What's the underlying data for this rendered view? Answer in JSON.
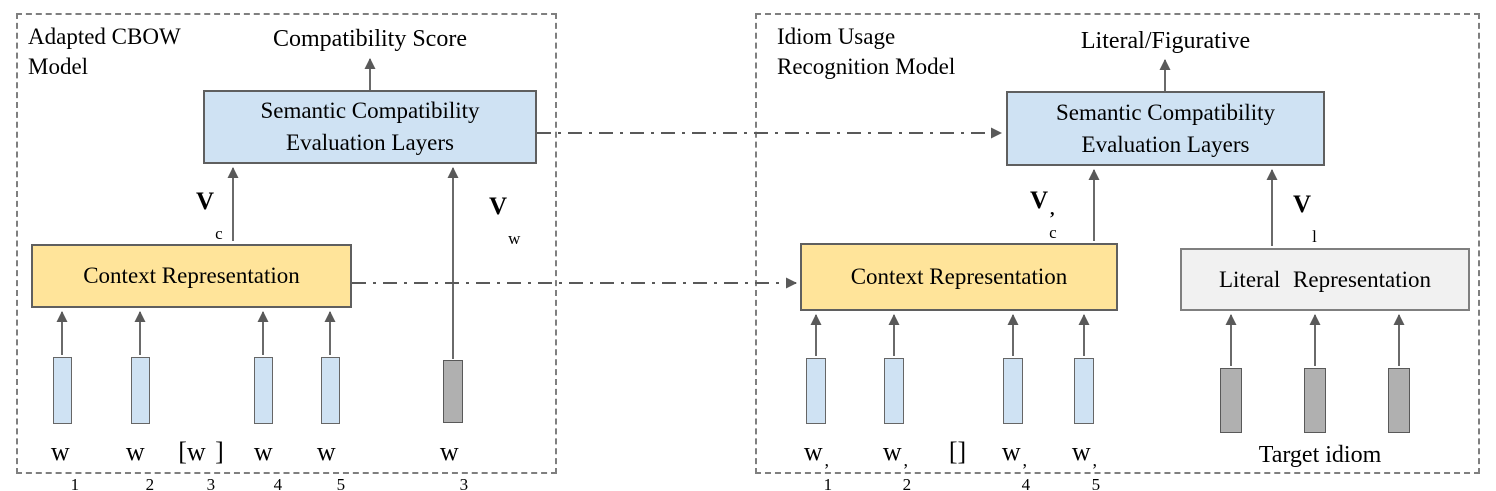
{
  "colors": {
    "box-blue": "#cfe2f3",
    "box-yellow": "#ffe49a",
    "bar-blue": "#cfe2f3",
    "bar-gray": "#b0b0b0",
    "box-lightgray": "#f1f1f1",
    "line": "#595959",
    "border-dark": "#5f5f5f",
    "panel-border": "#7f7f7f",
    "text": "#000000"
  },
  "left": {
    "title_line1": "Adapted CBOW",
    "title_line2": "Model",
    "output_label": "Compatibility Score",
    "eval_line1": "Semantic Compatibility",
    "eval_line2": "Evaluation Layers",
    "context_label": "Context Representation",
    "vec_context": {
      "base": "V",
      "sub": "c",
      "prime": ""
    },
    "vec_word": {
      "base": "V",
      "sub": "w",
      "prime": ""
    },
    "words": [
      {
        "pre": "",
        "base": "w",
        "sub": "1",
        "prime": "",
        "post": ""
      },
      {
        "pre": "",
        "base": "w",
        "sub": "2",
        "prime": "",
        "post": ""
      },
      {
        "pre": "[",
        "base": "w",
        "sub": "3",
        "prime": "",
        "post": "]"
      },
      {
        "pre": "",
        "base": "w",
        "sub": "4",
        "prime": "",
        "post": ""
      },
      {
        "pre": "",
        "base": "w",
        "sub": "5",
        "prime": "",
        "post": ""
      }
    ],
    "target_word": {
      "pre": "",
      "base": "w",
      "sub": "3",
      "prime": "",
      "post": ""
    }
  },
  "right": {
    "title_line1": "Idiom Usage",
    "title_line2": "Recognition Model",
    "output_label": "Literal/Figurative",
    "eval_line1": "Semantic Compatibility",
    "eval_line2": "Evaluation Layers",
    "context_label": "Context Representation",
    "literal_label": "Literal Representation",
    "vec_context": {
      "base": "V",
      "sub": "c",
      "prime": "’"
    },
    "vec_literal": {
      "base": "V",
      "sub": "l",
      "prime": ""
    },
    "words": [
      {
        "pre": "",
        "base": "w",
        "sub": "1",
        "prime": "’",
        "post": ""
      },
      {
        "pre": "",
        "base": "w",
        "sub": "2",
        "prime": "’",
        "post": ""
      },
      {
        "pre": "",
        "base": "[]",
        "sub": "",
        "prime": "",
        "post": ""
      },
      {
        "pre": "",
        "base": "w",
        "sub": "4",
        "prime": "’",
        "post": ""
      },
      {
        "pre": "",
        "base": "w",
        "sub": "5",
        "prime": "’",
        "post": ""
      }
    ],
    "target_label": "Target idiom"
  }
}
